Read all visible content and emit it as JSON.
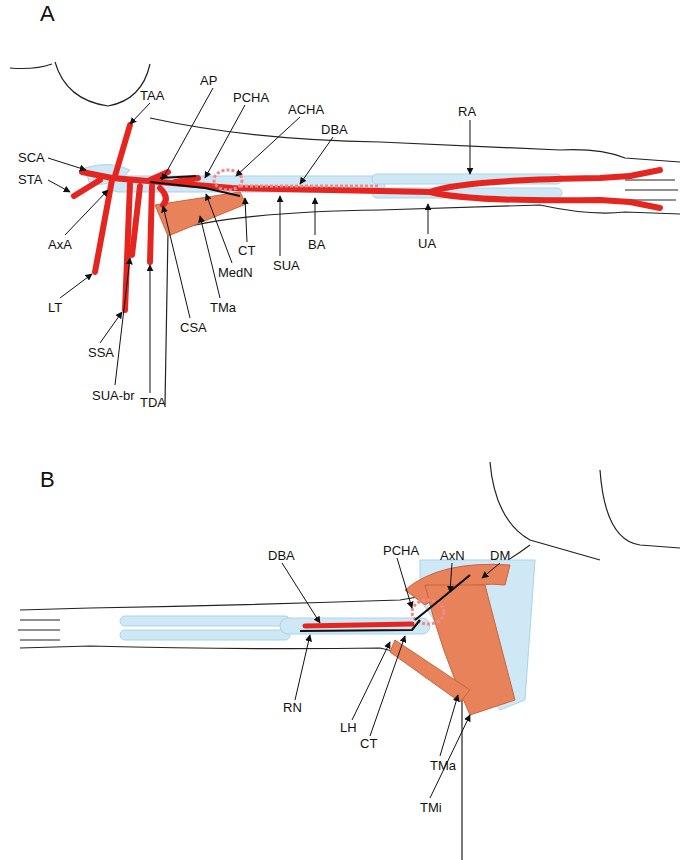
{
  "diagram": {
    "labels": [
      "A",
      "SCA",
      "STA",
      "TAA",
      "AP",
      "PCHA",
      "ACHA",
      "DBA",
      "RA",
      "AxA",
      "LT",
      "SSA",
      "SUA-br",
      "TDA",
      "CSA",
      "TMa",
      "MedN",
      "CT",
      "SUA",
      "BA",
      "UA",
      "B",
      "DBA",
      "PCHA",
      "AxN",
      "DM",
      "RN",
      "LH",
      "CT",
      "TMa",
      "TMi"
    ]
  }
}
